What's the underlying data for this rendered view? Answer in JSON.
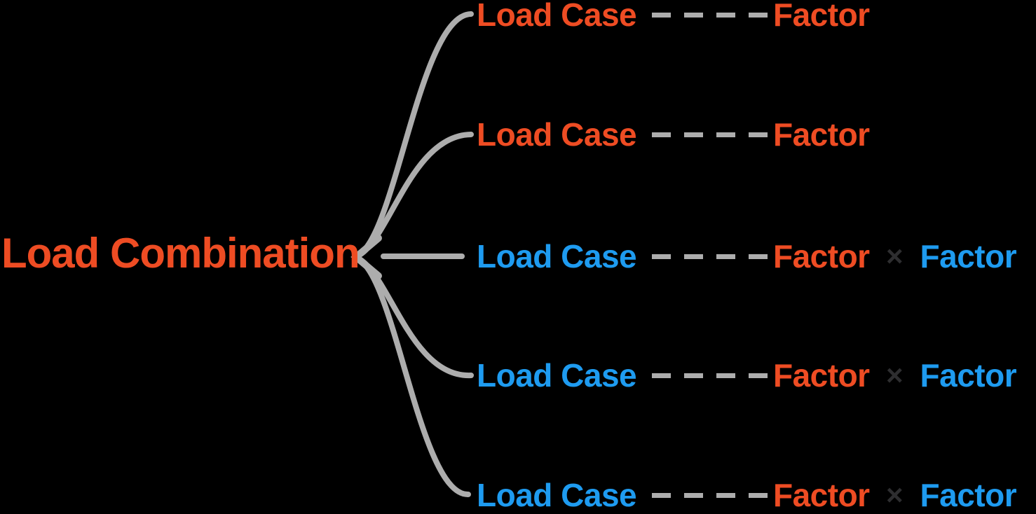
{
  "title": {
    "label": "Load Combination"
  },
  "diagram": {
    "arrowhead": "left-chevron",
    "connector_style": "curved-fan-with-dashed-links"
  },
  "colors": {
    "orange": "#EE4C23",
    "blue": "#1E9BF0",
    "connector_gray": "#ADADAD",
    "multiply_dark": "#2E2E30",
    "background": "#000000"
  },
  "rows": [
    {
      "load_case": "Load Case",
      "case_color": "orange",
      "factor": "Factor"
    },
    {
      "load_case": "Load Case",
      "case_color": "orange",
      "factor": "Factor"
    },
    {
      "load_case": "Load Case",
      "case_color": "blue",
      "factor": "Factor",
      "multiply": "×",
      "factor2": "Factor"
    },
    {
      "load_case": "Load Case",
      "case_color": "blue",
      "factor": "Factor",
      "multiply": "×",
      "factor2": "Factor"
    },
    {
      "load_case": "Load Case",
      "case_color": "blue",
      "factor": "Factor",
      "multiply": "×",
      "factor2": "Factor"
    }
  ]
}
